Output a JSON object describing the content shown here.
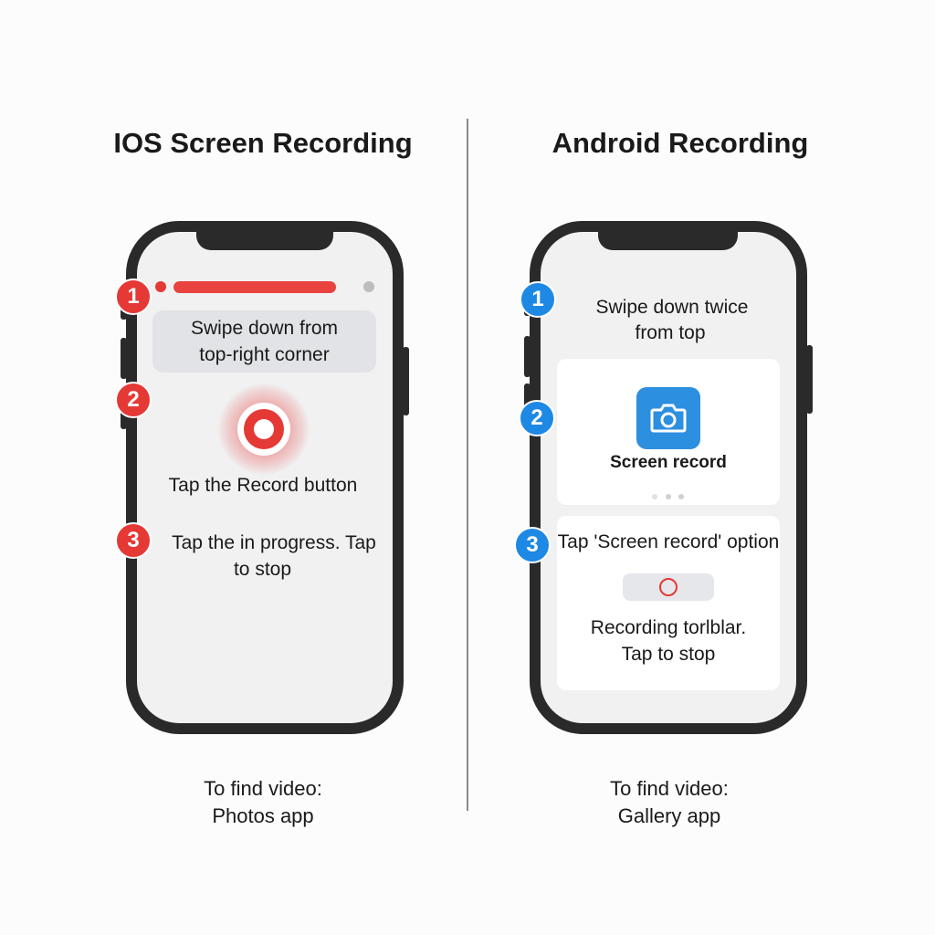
{
  "ios": {
    "title": "IOS Screen Recording",
    "step1": {
      "number": "1",
      "line1": "Swipe down from",
      "line2": "top-right corner"
    },
    "step2": {
      "number": "2",
      "text": "Tap the Record button"
    },
    "step3": {
      "number": "3",
      "line1": "Tap the in progress. Tap",
      "line2": "to stop"
    },
    "footer": {
      "line1": "To find video:",
      "line2": "Photos app"
    },
    "accent": "#e53935"
  },
  "android": {
    "title": "Android Recording",
    "step1": {
      "number": "1",
      "line1": "Swipe down twice",
      "line2": "from top"
    },
    "step2": {
      "number": "2",
      "tile_label": "Screen record"
    },
    "step3": {
      "number": "3",
      "text": "Tap 'Screen record' option",
      "line1": "Recording torlblar.",
      "line2": "Tap to stop"
    },
    "footer": {
      "line1": "To find video:",
      "line2": "Gallery app"
    },
    "accent": "#1e88e5"
  }
}
